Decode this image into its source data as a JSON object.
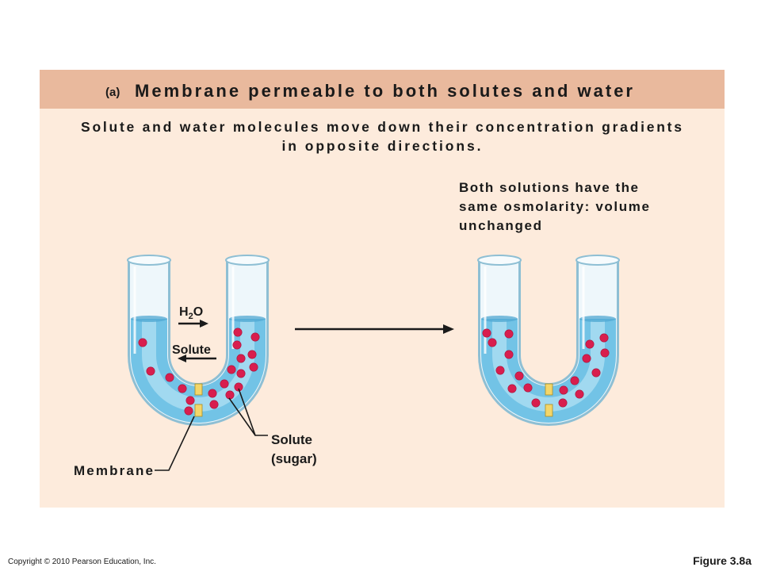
{
  "figure": {
    "part_label": "(a)",
    "title": "Membrane permeable to both solutes and water",
    "description_lines": [
      "Solute and water molecules move down their concentration gradients",
      "in opposite directions."
    ],
    "result_lines": [
      "Both solutions have the",
      "same osmolarity: volume",
      "unchanged"
    ],
    "labels": {
      "water": [
        "H",
        "2",
        "O"
      ],
      "solute_arrow": "Solute",
      "solute_sugar": [
        "Solute",
        "(sugar)"
      ],
      "membrane": "Membrane"
    }
  },
  "footer": {
    "copyright": "Copyright © 2010 Pearson Education, Inc.",
    "figure_number": "Figure 3.8a"
  },
  "colors": {
    "header": "#E9B99D",
    "panel": "#FDEBDC",
    "liquid": "#72C3E6",
    "particle": "#D81E4E",
    "membrane": "#F3D66A"
  }
}
